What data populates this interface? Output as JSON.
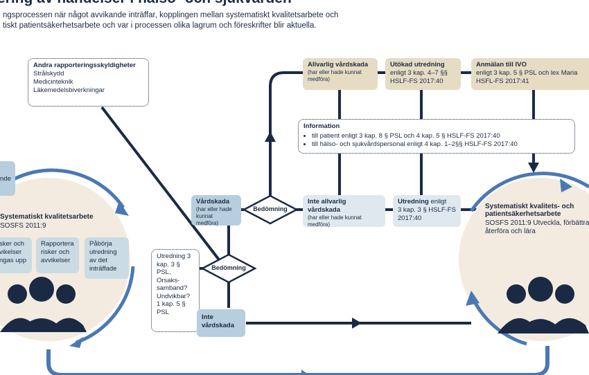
{
  "header": {
    "title": "ering av händelser i hälso- och sjukvården",
    "intro_line1": "ngsprocessen när något avvikande inträffar, kopplingen mellan systematiskt kvalitetsarbete och",
    "intro_line2": "tiskt patientsäkerhetsarbete och var i processen olika lagrum och föreskrifter blir aktuella."
  },
  "other_reporting": {
    "title": "Andra rapporteringsskyldigheter",
    "items": [
      "Strålskydd",
      "Medicinteknik",
      "Läkemedelsbiverkningar"
    ]
  },
  "left_partial_box": {
    "text": "nde"
  },
  "left_circle": {
    "title": "Systematiskt kvalitetsarbete",
    "subtitle": "SOSFS 2011:9",
    "box1": "sker och vikelser ngas upp",
    "box2": "Rapportera risker och avvikelser",
    "box3": "Påbörja utredning av det inträffade"
  },
  "investigation_box": {
    "text": "Utredning 3 kap. 3 § PSL, Orsaks-samband? Undvikbar? 1 kap. 5 § PSL"
  },
  "vardskada": {
    "title": "Vårdskada",
    "sub": "(har eller hade kunnat medföra)"
  },
  "inte_vardskada": {
    "title": "Inte vårdskada"
  },
  "bedomning_1": "Bedömning",
  "bedomning_2": "Bedömning",
  "allvarlig": {
    "title": "Allvarlig vårdskada",
    "sub": "(har eller hade kunnat medföra)"
  },
  "utokad": {
    "title": "Utökad utredning",
    "text": "enligt 3 kap. 4–7 §§ HSLF-FS 2017:40"
  },
  "anmalan": {
    "title": "Anmälan till IVO",
    "text": "enligt 3 kap. 5 § PSL och lex Maria HSFL-FS 2017:41"
  },
  "information": {
    "title": "Information",
    "items": [
      "till patient enligt 3 kap. 8 § PSL och 4 kap. 5 § HSLF-FS 2017:40",
      "till hälso- och sjukvårdspersonal enligt 4 kap. 1–2§§ HSLF-FS 2017:40"
    ]
  },
  "inte_allvarlig": {
    "title": "Inte allvarlig vårdskada",
    "sub": "(har eller hade kunnat medföra)"
  },
  "utredning": {
    "title": "Utredning",
    "text_inline": "enligt",
    "text": "3 kap. 3 § HSLF-FS 2017:40"
  },
  "right_circle": {
    "title": "Systematiskt kvalitets- och patientsäkerhetsarbete",
    "subtitle": "SOSFS 2011:9 Utveckla, förbättra, återföra och lära"
  },
  "colors": {
    "navy": "#1b2a44",
    "blue_arrow": "#4a78b5",
    "circle_fill": "#f3ebe0",
    "tan": "#e6dcc4",
    "light_blue": "#cbdbe4"
  }
}
